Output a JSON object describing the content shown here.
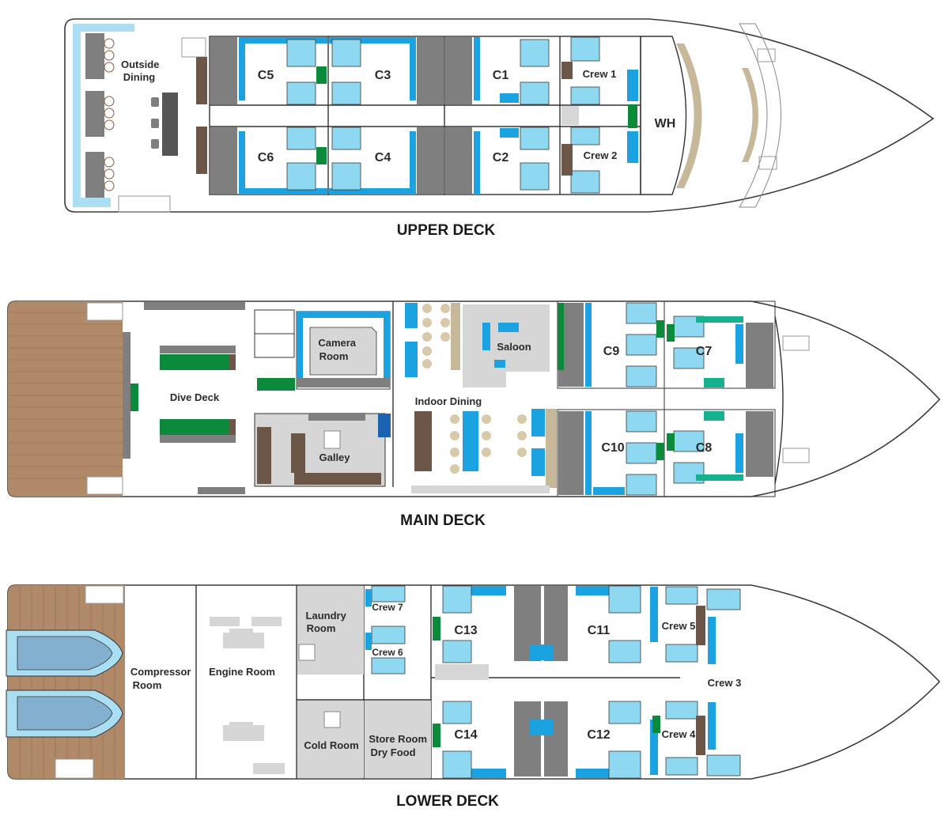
{
  "decks": {
    "upper": {
      "title": "UPPER DECK",
      "rooms": {
        "outside_dining": [
          "Outside",
          "Dining"
        ],
        "c5": "C5",
        "c3": "C3",
        "c1": "C1",
        "c6": "C6",
        "c4": "C4",
        "c2": "C2",
        "crew1": "Crew 1",
        "crew2": "Crew 2",
        "wh": "WH"
      }
    },
    "main": {
      "title": "MAIN DECK",
      "rooms": {
        "dive_deck": "Dive Deck",
        "camera_room": [
          "Camera",
          "Room"
        ],
        "galley": "Galley",
        "saloon": "Saloon",
        "indoor_dining": "Indoor Dining",
        "c9": "C9",
        "c7": "C7",
        "c10": "C10",
        "c8": "C8"
      }
    },
    "lower": {
      "title": "LOWER DECK",
      "rooms": {
        "compressor_room": [
          "Compressor",
          "Room"
        ],
        "engine_room": "Engine Room",
        "laundry_room": [
          "Laundry",
          "Room"
        ],
        "cold_room": "Cold Room",
        "store_room": [
          "Store Room",
          "Dry Food"
        ],
        "crew7": "Crew 7",
        "crew6": "Crew 6",
        "c13": "C13",
        "c11": "C11",
        "c14": "C14",
        "c12": "C12",
        "crew5": "Crew 5",
        "crew3": "Crew 3",
        "crew4": "Crew 4"
      }
    }
  },
  "colors": {
    "cabin_blue": "#1aa3e0",
    "bed_blue": "#8fd8f2",
    "green": "#0a8a3a",
    "grey": "#7f7f7f",
    "wood": "#b08a68"
  }
}
